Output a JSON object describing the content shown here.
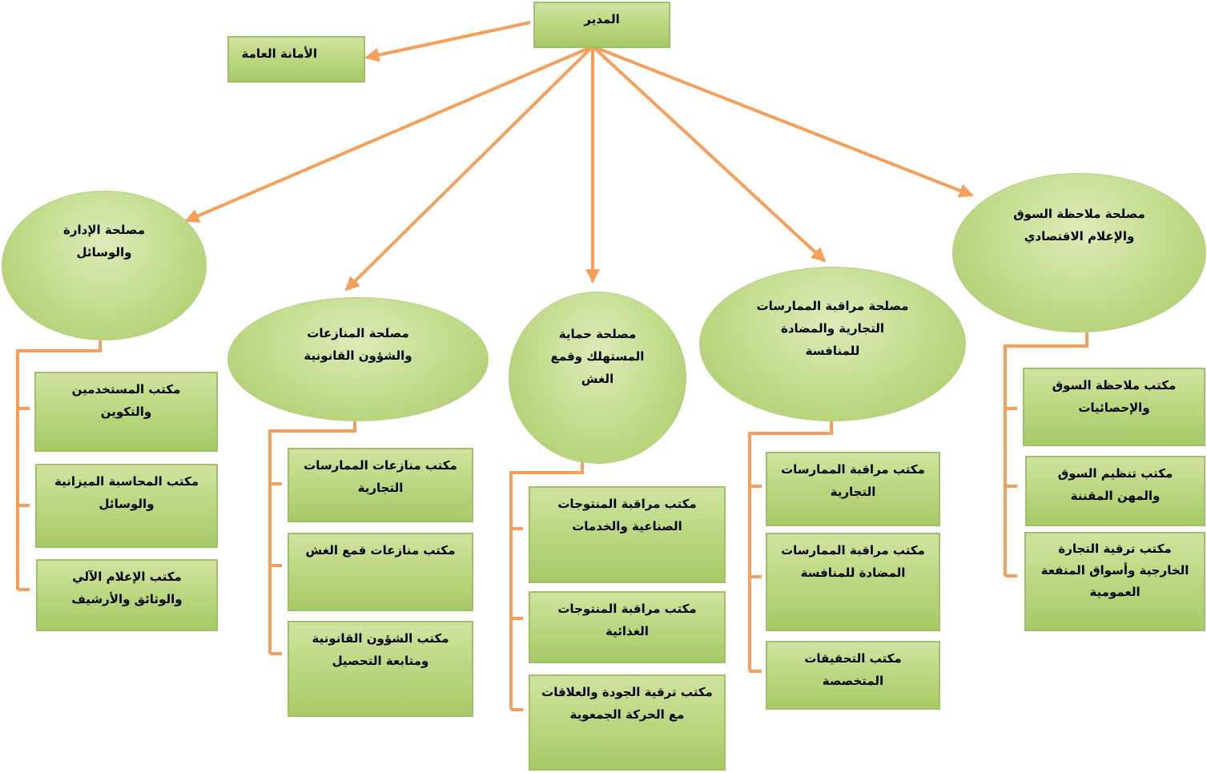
{
  "director": "المدير",
  "secretariat": "الأمانة العامة",
  "departments": [
    {
      "title": "مصلحة الإدارة\nوالوسائل",
      "offices": [
        "مكتب المستخدمين\nوالتكوين",
        "مكتب المحاسبة الميزانية\nوالوسائل",
        "مكتب الإعلام الآلي\nوالوثائق والأرشيف"
      ]
    },
    {
      "title": "مصلحة المنازعات\nوالشؤون القانونية",
      "offices": [
        "مكتب منازعات الممارسات\nالتجارية",
        "مكتب منازعات قمع الغش",
        "مكتب الشؤون القانونية\nومتابعة التحصيل"
      ]
    },
    {
      "title": "مصلحة حماية\nالمستهلك وقمع\nالغش",
      "offices": [
        "مكتب مراقبة المنتوجات\nالصناعية والخدمات",
        "مكتب مراقبة المنتوجات\nالغذائية",
        "مكتب ترقية الجودة والعلاقات\nمع الحركة الجمعوية"
      ]
    },
    {
      "title": "مصلحة مراقبة الممارسات\nالتجارية والمضادة\nللمنافسة",
      "offices": [
        "مكتب مراقبة الممارسات\nالتجارية",
        "مكتب مراقبة الممارسات\nالمضادة للمنافسة",
        "مكتب التحقيقات\nالمتخصصة"
      ]
    },
    {
      "title": "مصلحة ملاحظة السوق\nوالإعلام الاقتصادي",
      "offices": [
        "مكتب ملاحظة السوق\nوالإحصائيات",
        "مكتب تنظيم السوق\nوالمهن المقننة",
        "مكتب ترقية التجارة\nالخارجية وأسواق المنفعة\nالعمومية"
      ]
    }
  ],
  "colors": {
    "connector": "#f5a05a",
    "node_fill": "#b9d67e",
    "node_border": "#9fbf6a"
  }
}
